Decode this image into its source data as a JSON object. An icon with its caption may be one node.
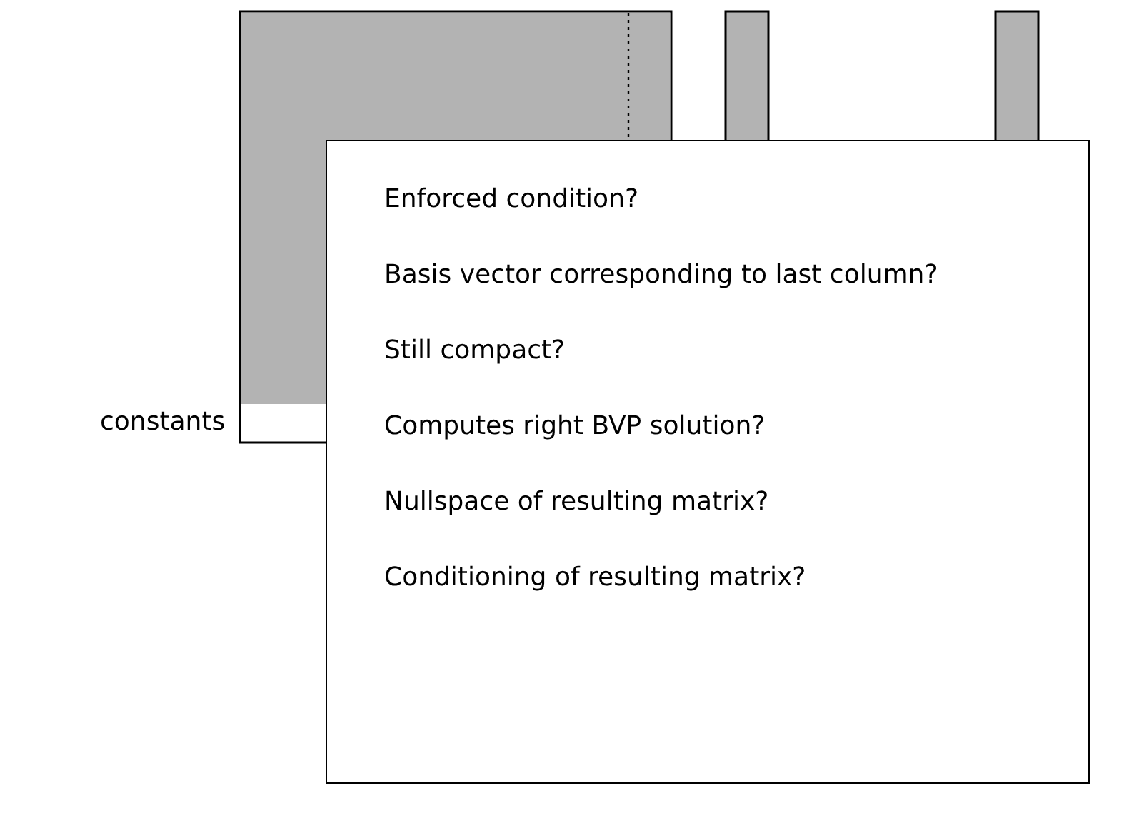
{
  "diagram": {
    "nodes": [
      {
        "text": [
          "Enforced condition?",
          "Basis vector corresponding to last column?",
          "Still compact?",
          "Computes right BVP solution?",
          "Nullspace of resulting matrix?",
          "Conditioning of resulting matrix?"
        ]
      }
    ],
    "labels": [
      "constants"
    ]
  }
}
